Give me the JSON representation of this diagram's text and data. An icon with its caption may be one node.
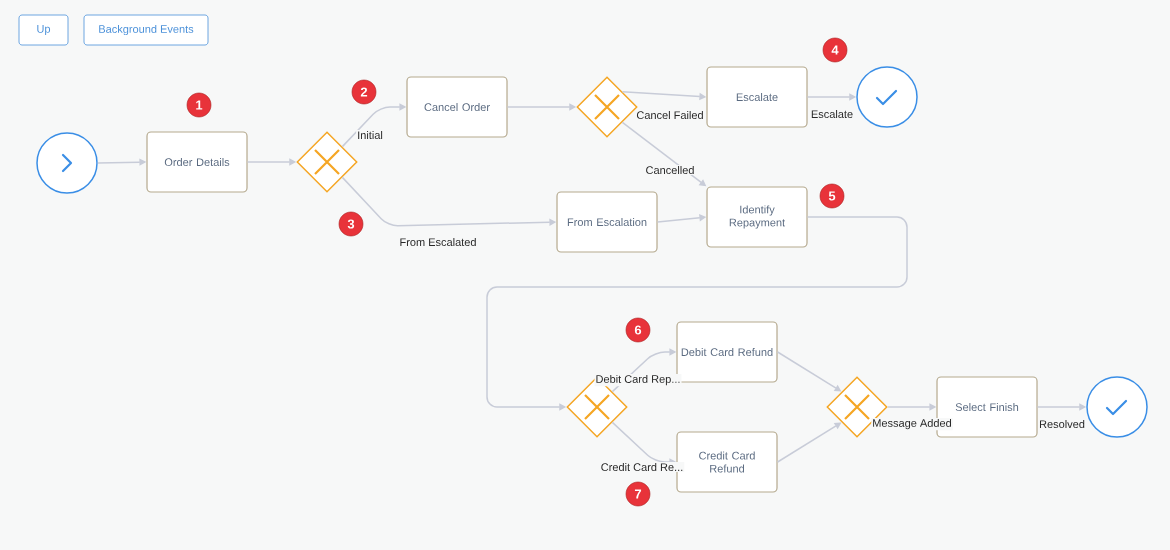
{
  "diagram": {
    "nodes": [
      {
        "text": [
          "Up"
        ]
      },
      {
        "text": [
          "Background Events"
        ]
      },
      {
        "text": [],
        "shape": "circle"
      },
      {
        "text": [
          "Order Details"
        ]
      },
      {
        "text": [],
        "shape": "diamond"
      },
      {
        "text": [
          "Cancel Order"
        ]
      },
      {
        "text": [],
        "shape": "diamond"
      },
      {
        "text": [
          "Escalate"
        ]
      },
      {
        "text": [],
        "shape": "circle"
      },
      {
        "text": [
          "From Escalation"
        ]
      },
      {
        "text": [
          "Identify Repayment"
        ]
      },
      {
        "text": [],
        "shape": "diamond"
      },
      {
        "text": [
          "Debit Card Refund"
        ]
      },
      {
        "text": [
          "Credit Card Refund"
        ]
      },
      {
        "text": [],
        "shape": "diamond"
      },
      {
        "text": [
          "Select Finish"
        ]
      },
      {
        "text": [],
        "shape": "circle"
      }
    ],
    "edges": [
      {
        "from": 2,
        "to": 3,
        "arrow": "to"
      },
      {
        "from": 3,
        "to": 4,
        "arrow": "to"
      },
      {
        "from": 4,
        "to": 5,
        "arrow": "to",
        "label": "Initial"
      },
      {
        "from": 4,
        "to": 9,
        "arrow": "to",
        "label": "From Escalated"
      },
      {
        "from": 5,
        "to": 6,
        "arrow": "to"
      },
      {
        "from": 6,
        "to": 7,
        "arrow": "to",
        "label": "Cancel Failed"
      },
      {
        "from": 6,
        "to": 10,
        "arrow": "to",
        "label": "Cancelled"
      },
      {
        "from": 7,
        "to": 8,
        "arrow": "to",
        "label": "Escalate"
      },
      {
        "from": 9,
        "to": 10,
        "arrow": "to"
      },
      {
        "from": 10,
        "to": 11,
        "arrow": "to"
      },
      {
        "from": 11,
        "to": 12,
        "arrow": "to",
        "label": "Debit Card Rep..."
      },
      {
        "from": 11,
        "to": 13,
        "arrow": "to",
        "label": "Credit Card Re..."
      },
      {
        "from": 12,
        "to": 14,
        "arrow": "to"
      },
      {
        "from": 13,
        "to": 14,
        "arrow": "to"
      },
      {
        "from": 14,
        "to": 15,
        "arrow": "to",
        "label": "Message Added"
      },
      {
        "from": 15,
        "to": 16,
        "arrow": "to",
        "label": "Resolved"
      }
    ],
    "labels": [
      "1",
      "2",
      "3",
      "4",
      "5",
      "6",
      "7"
    ]
  }
}
